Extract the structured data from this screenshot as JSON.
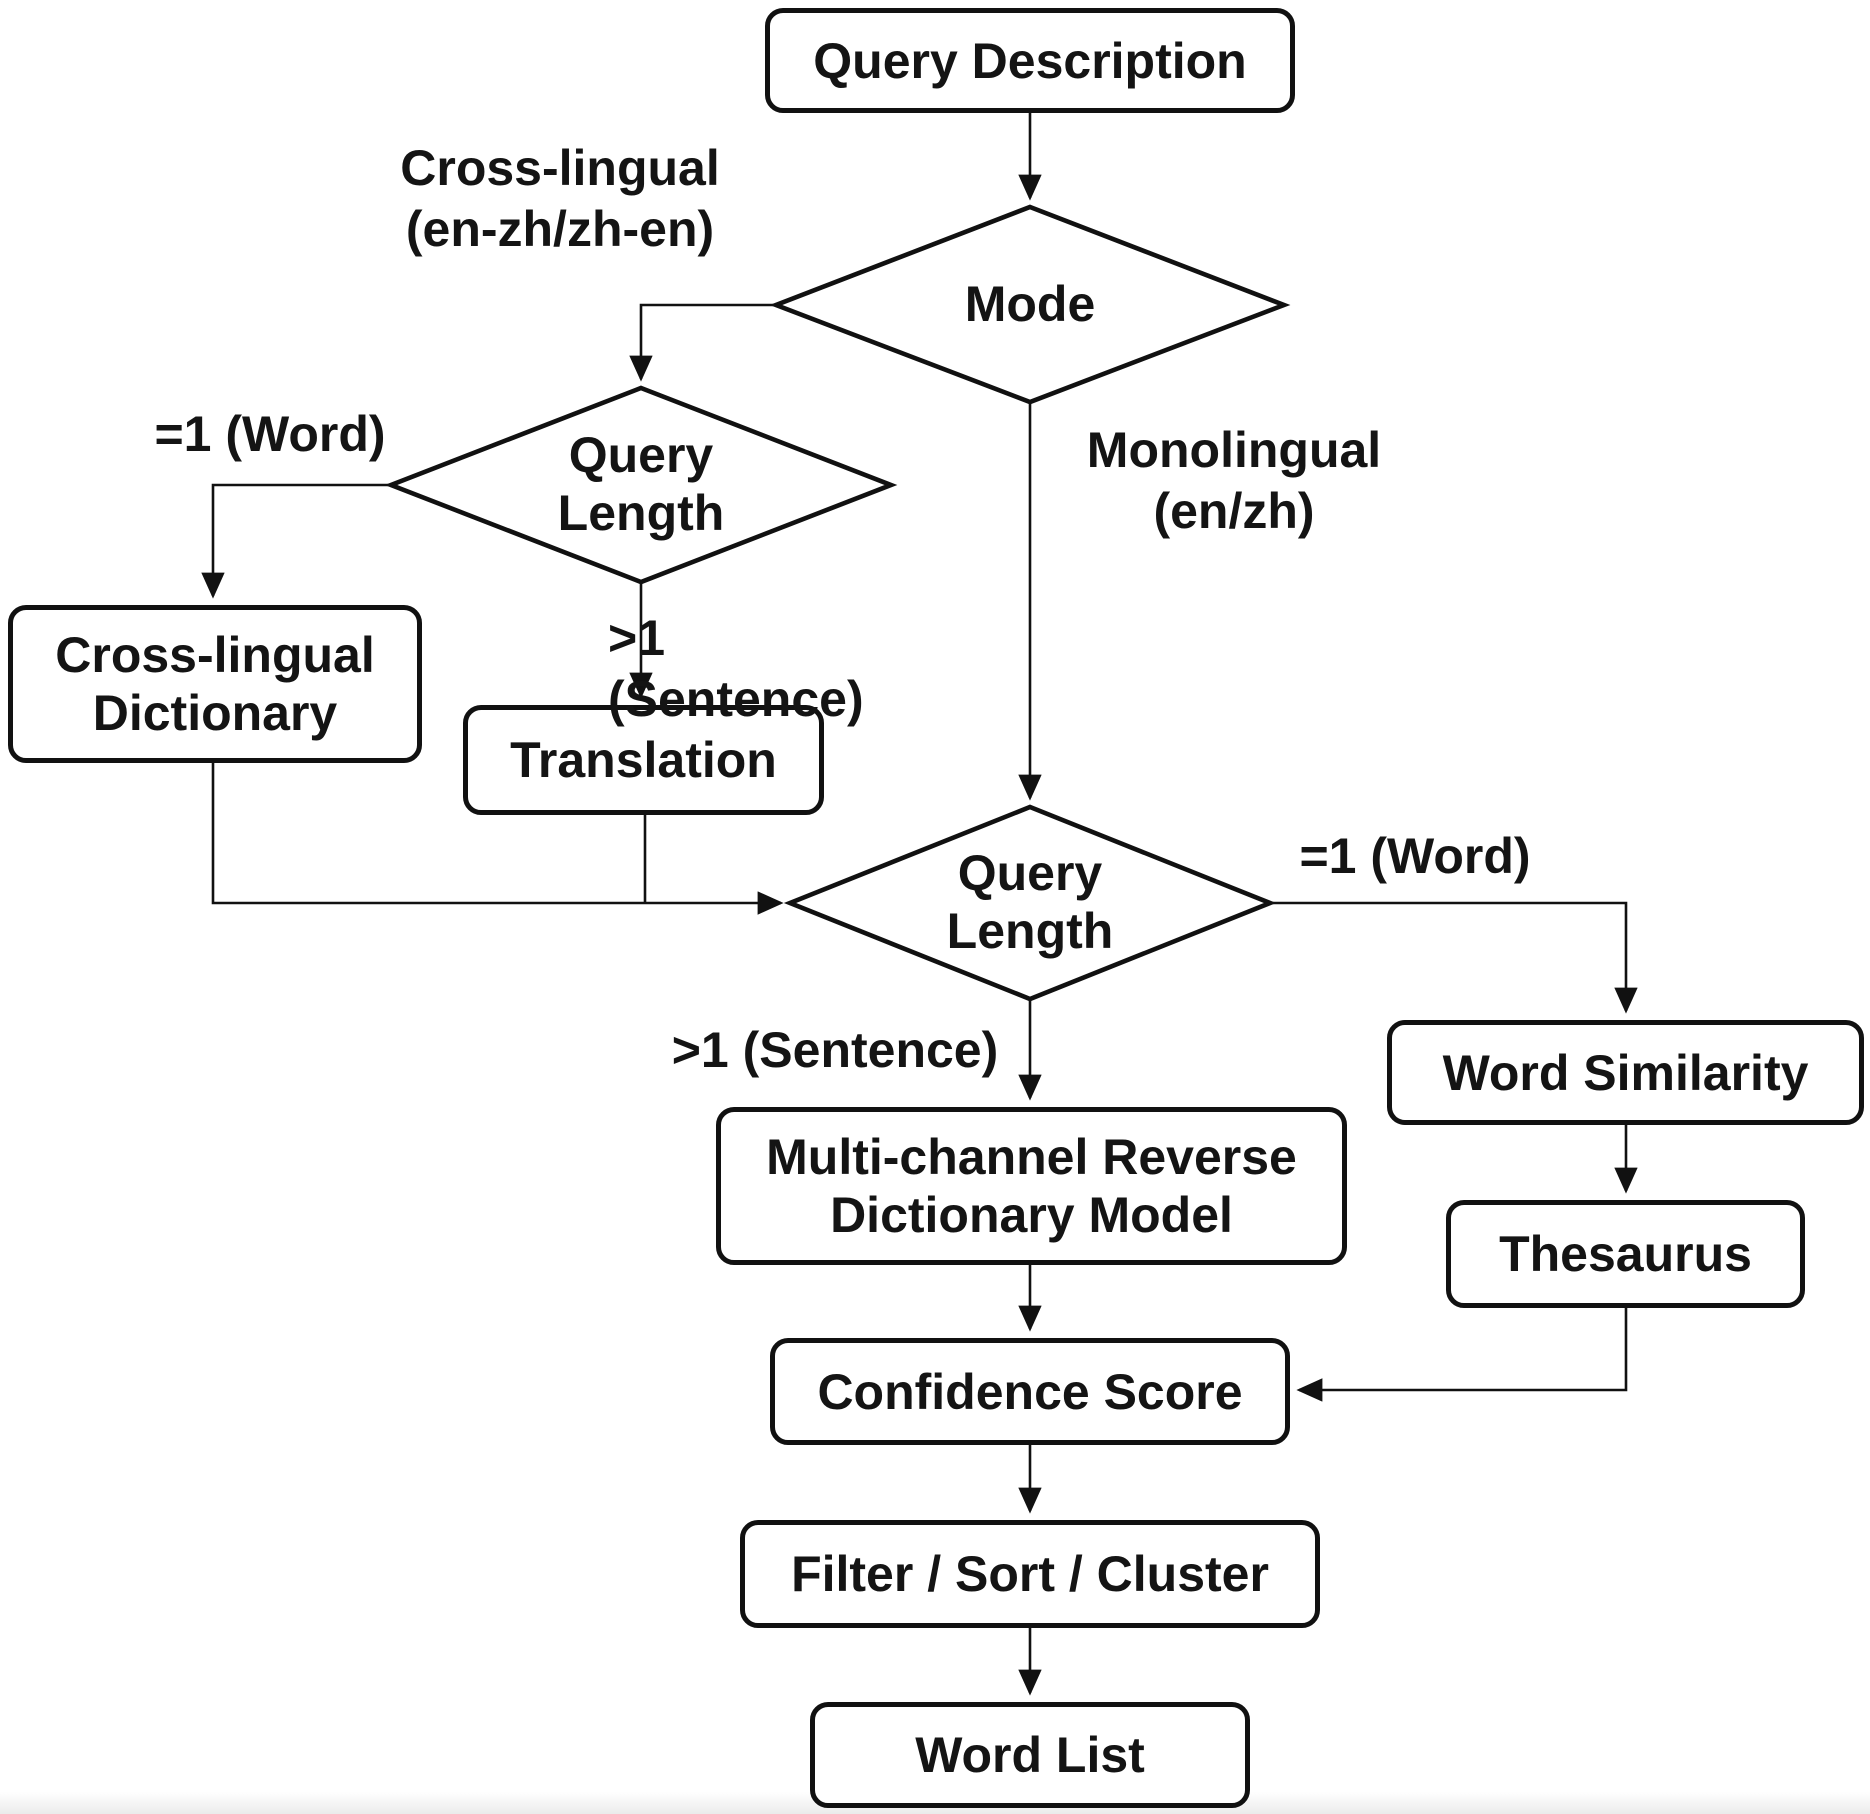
{
  "figure": {
    "type": "flowchart",
    "ink_color": "#111111",
    "background_color": "#ffffff"
  },
  "nodes": {
    "query_description": "Query Description",
    "mode": "Mode",
    "query_length_top": "Query Length",
    "cross_lingual_dictionary": "Cross-lingual Dictionary",
    "translation": "Translation",
    "query_length_mid": "Query Length",
    "multi_channel_model": "Multi-channel Reverse Dictionary Model",
    "word_similarity": "Word Similarity",
    "thesaurus": "Thesaurus",
    "confidence_score": "Confidence Score",
    "filter_sort_cluster": "Filter / Sort / Cluster",
    "word_list": "Word List"
  },
  "edge_labels": {
    "mode_cross_lingual": "Cross-lingual (en-zh/zh-en)",
    "mode_monolingual": "Monolingual (en/zh)",
    "ql_top_word": "=1 (Word)",
    "ql_top_sentence": ">1 (Sentence)",
    "ql_mid_word": "=1 (Word)",
    "ql_mid_sentence": ">1 (Sentence)"
  }
}
